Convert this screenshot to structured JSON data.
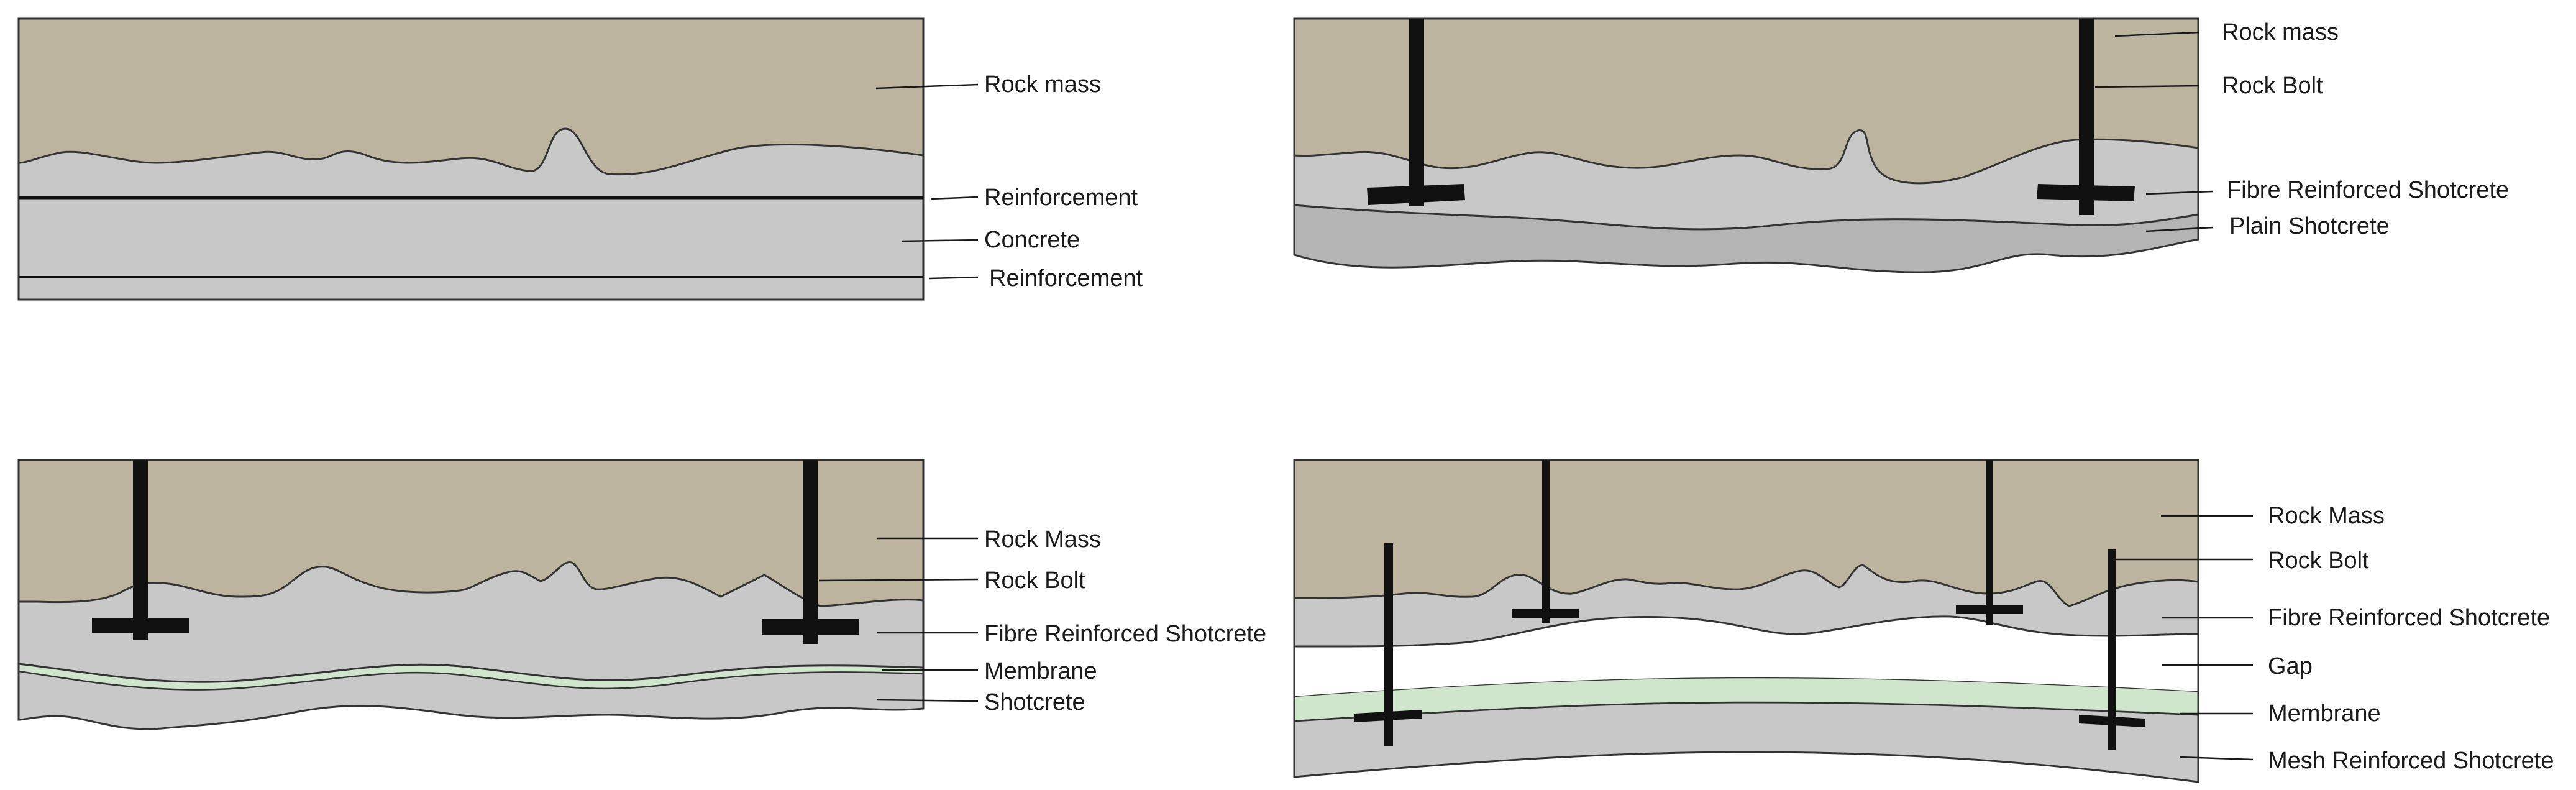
{
  "colors": {
    "rock": "#bdb4a0",
    "concrete": "#c8c8c8",
    "shotcrete": "#b4b4b4",
    "membrane": "#cfe6cc",
    "bolt": "#111111",
    "gap": "#ffffff"
  },
  "panels": [
    {
      "id": "panel-1",
      "labels": [
        "Rock mass",
        "Reinforcement",
        "Concrete",
        "Reinforcement"
      ]
    },
    {
      "id": "panel-2",
      "labels": [
        "Rock mass",
        "Rock Bolt",
        "Fibre Reinforced Shotcrete",
        "Plain Shotcrete"
      ]
    },
    {
      "id": "panel-3",
      "labels": [
        "Rock Mass",
        "Rock Bolt",
        "Fibre Reinforced Shotcrete",
        "Membrane",
        "Shotcrete"
      ]
    },
    {
      "id": "panel-4",
      "labels": [
        "Rock Mass",
        "Rock Bolt",
        "Fibre Reinforced Shotcrete",
        "Gap",
        "Membrane",
        "Mesh Reinforced Shotcrete"
      ]
    }
  ]
}
